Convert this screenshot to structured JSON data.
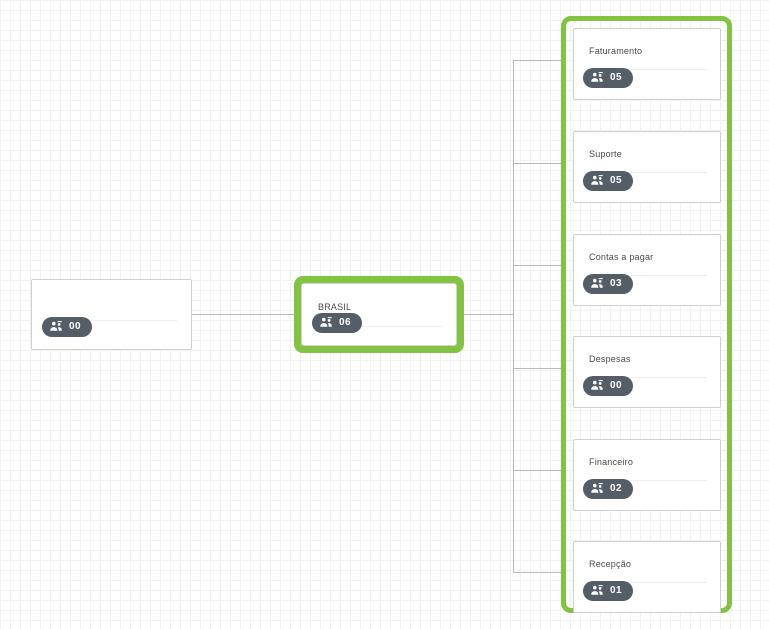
{
  "canvas": {
    "background": "#ffffff",
    "grid_minor_color": "#f2f2f2",
    "grid_major_color": "#e9e9e9"
  },
  "theme": {
    "selection_green": "#82c341",
    "badge_background": "#555d66",
    "badge_text": "#ffffff",
    "card_border": "#cfcfcf",
    "connector": "#b9b9b9",
    "title_text": "#4a4a4a"
  },
  "badge_icon_name": "users-group-icon",
  "root_node": {
    "title": "",
    "count": "00",
    "selected": false
  },
  "brasil_node": {
    "title": "BRASIL",
    "count": "06",
    "selected": true
  },
  "department_group": {
    "selected": true,
    "cards": [
      {
        "title": "Faturamento",
        "count": "05"
      },
      {
        "title": "Suporte",
        "count": "05"
      },
      {
        "title": "Contas a pagar",
        "count": "03"
      },
      {
        "title": "Despesas",
        "count": "00"
      },
      {
        "title": "Financeiro",
        "count": "02"
      },
      {
        "title": "Recepção",
        "count": "01"
      }
    ]
  }
}
